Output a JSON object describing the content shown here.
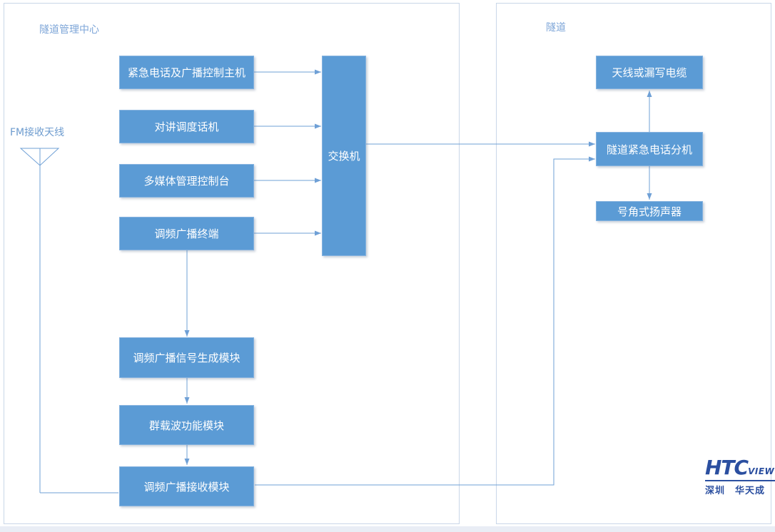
{
  "colors": {
    "box_fill": "#5B9BD5",
    "box_border": "#84B2DF",
    "box_text": "#FFFFFF",
    "connector": "#6FA0D6",
    "container_border": "#C9D6E8",
    "container_label": "#7EA6D8",
    "fm_label": "#6E9CCF",
    "logo_blue": "#2B4FA0",
    "bottom_strip": "#E9EDF5"
  },
  "containers": {
    "left": {
      "label": "隧道管理中心"
    },
    "right": {
      "label": "隧道"
    }
  },
  "fm_antenna": {
    "label": "FM接收天线"
  },
  "nodes": {
    "emergency_host": {
      "label": "紧急电话及广播控制主机"
    },
    "intercom_phone": {
      "label": "对讲调度话机"
    },
    "multimedia_console": {
      "label": "多媒体管理控制台"
    },
    "fm_terminal": {
      "label": "调频广播终端"
    },
    "switch": {
      "label": "交换机"
    },
    "fm_signal_generator": {
      "label": "调频广播信号生成模块"
    },
    "carrier_module": {
      "label": "群载波功能模块"
    },
    "fm_receiver": {
      "label": "调频广播接收模块"
    },
    "antenna_or_leaky_cable": {
      "label": "天线或漏写电缆"
    },
    "tunnel_phone_extension": {
      "label": "隧道紧急电话分机"
    },
    "horn_speaker": {
      "label": "号角式扬声器"
    }
  },
  "logo": {
    "brand": "HTC",
    "brand_suffix": "VIEW",
    "subtitle": "深圳　华天成"
  }
}
